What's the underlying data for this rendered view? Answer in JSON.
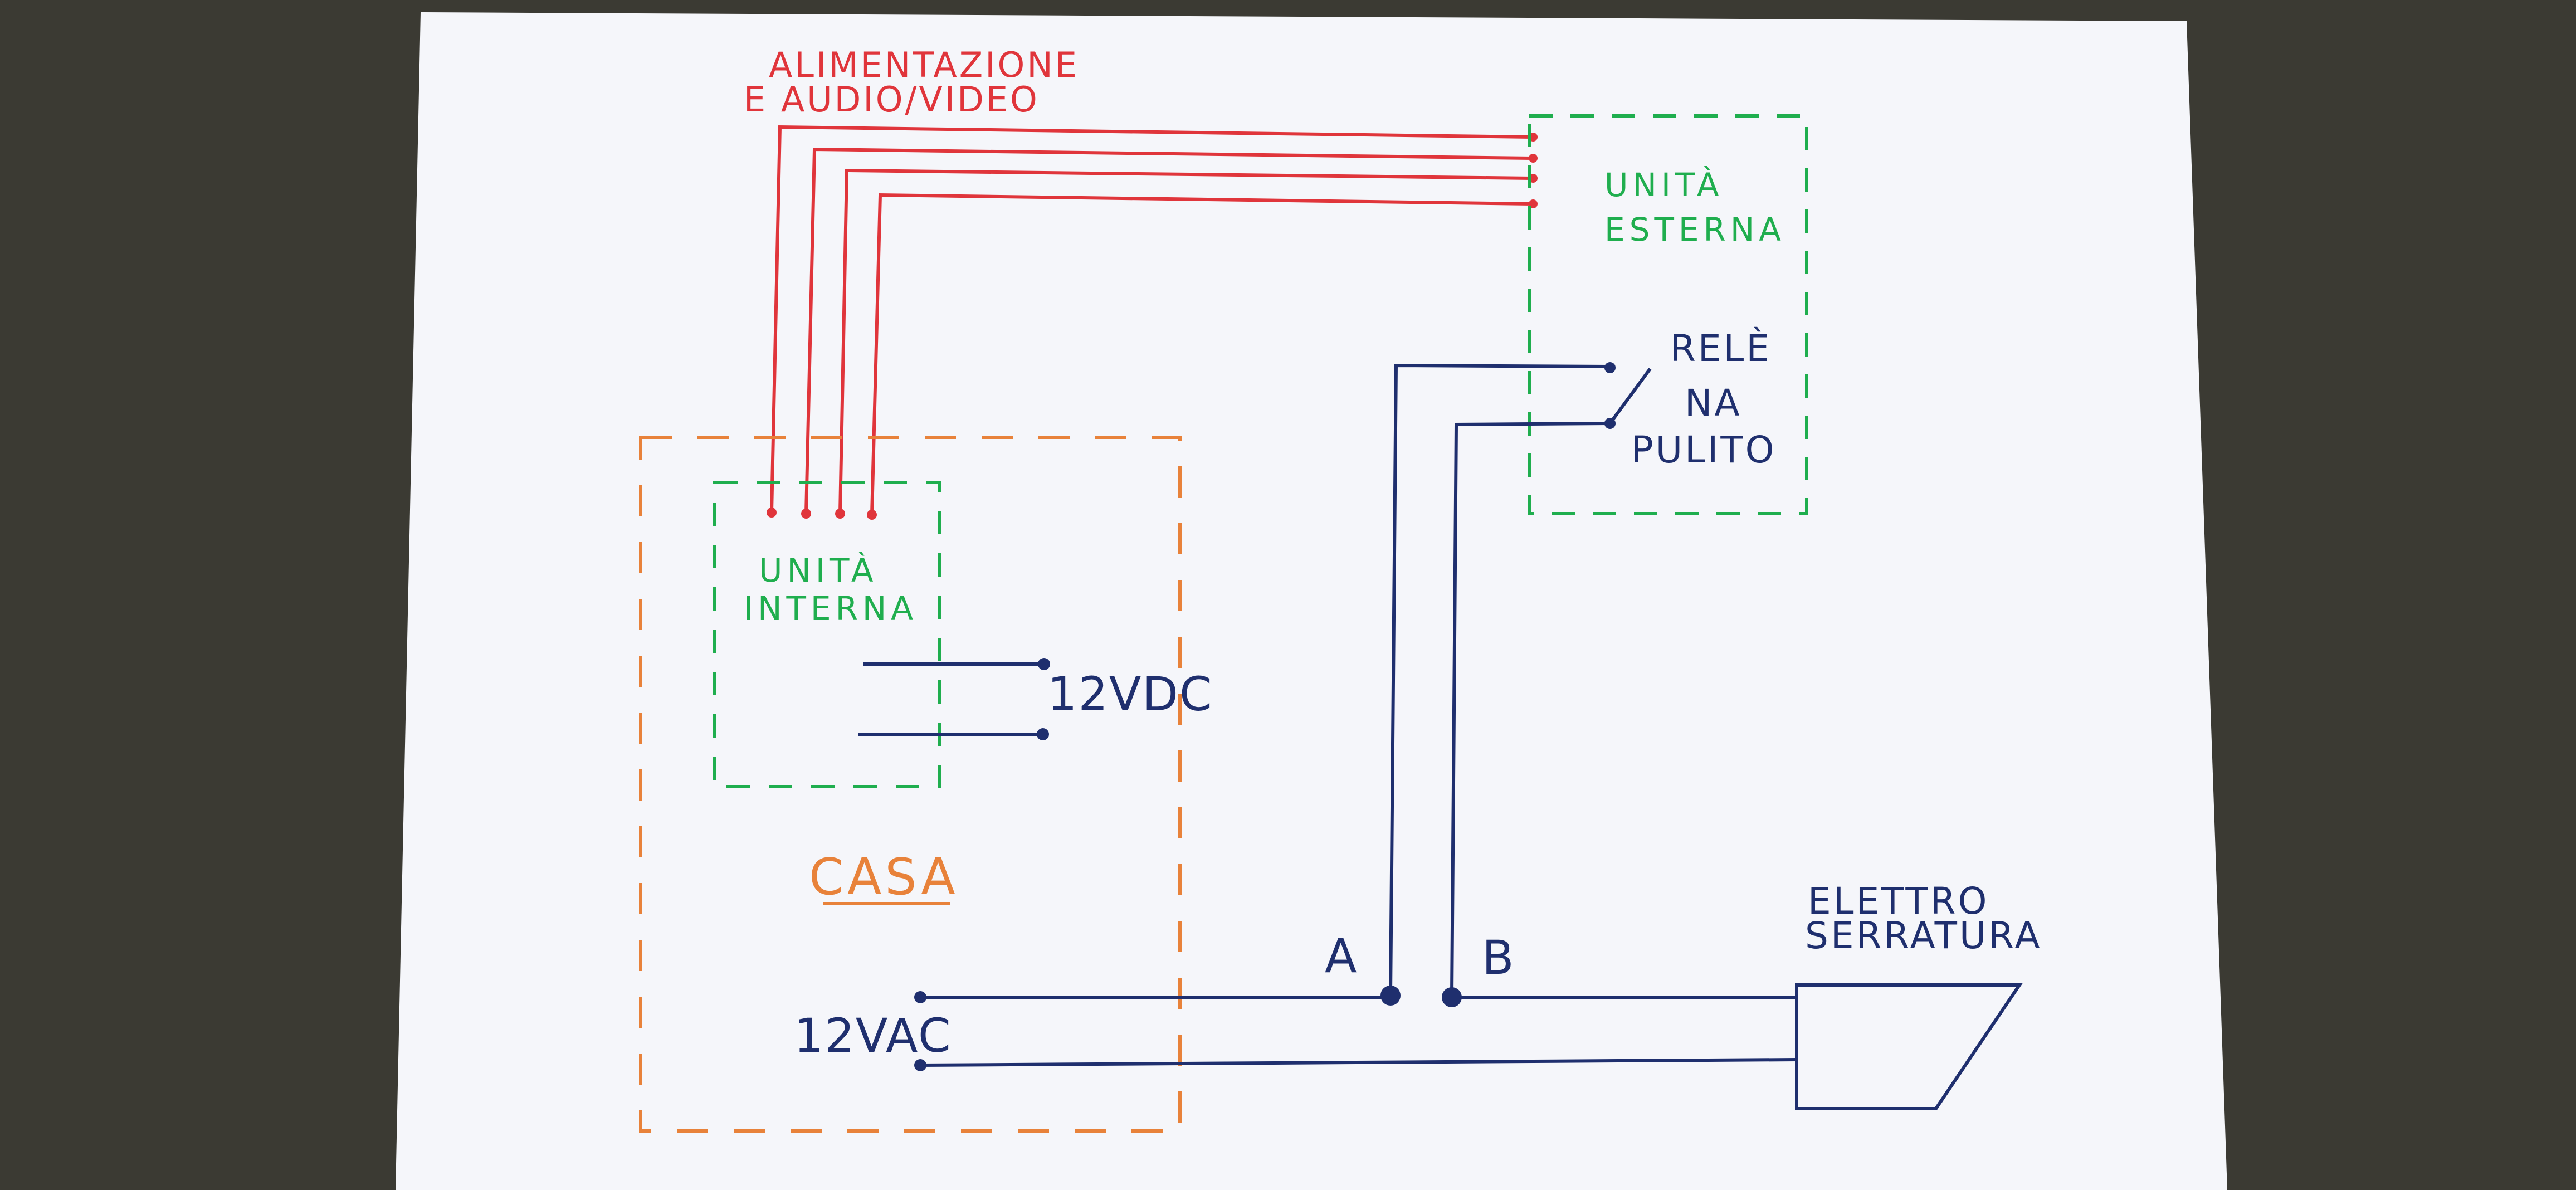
{
  "colors": {
    "background": "#3b3a33",
    "paper": "#f5f6fa",
    "red": "#e0353b",
    "green": "#1fae4e",
    "orange": "#e8823a",
    "blue": "#1f2f6e"
  },
  "labels": {
    "power_line1": "ALIMENTAZIONE",
    "power_line2": "E AUDIO/VIDEO",
    "external_unit_line1": "UNITÀ",
    "external_unit_line2": "ESTERNA",
    "relay_line1": "RELÈ",
    "relay_line2": "NA",
    "relay_line3": "PULITO",
    "internal_unit_line1": "UNITÀ",
    "internal_unit_line2": "INTERNA",
    "dc_supply": "12VDC",
    "house": "CASA",
    "ac_supply": "12VAC",
    "terminal_a": "A",
    "terminal_b": "B",
    "lock_line1": "ELETTRO",
    "lock_line2": "SERRATURA"
  }
}
